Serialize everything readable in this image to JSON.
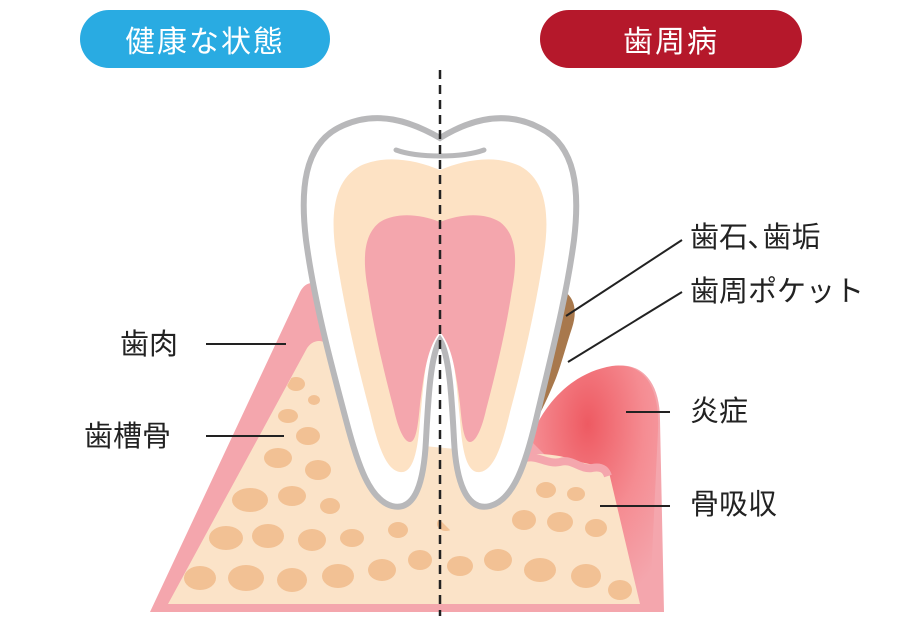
{
  "headers": {
    "healthy": "健康な状態",
    "disease": "歯周病"
  },
  "labels": {
    "gum": "歯肉",
    "alveolar_bone": "歯槽骨",
    "tartar_plaque": "歯石､歯垢",
    "periodontal_pocket": "歯周ポケット",
    "inflammation": "炎症",
    "bone_resorption": "骨吸収"
  },
  "colors": {
    "healthy_accent": "#29ABE2",
    "disease_accent": "#B5182B",
    "gum": "#F4A6AD",
    "bone": "#FBE3C8",
    "bone_cells": "#F2C194",
    "pulp": "#F4A6AD",
    "dentin": "#FDE2C4",
    "enamel_outline": "#B8B8BA",
    "tartar": "#A8784C",
    "inflamed": "#EE5A62"
  }
}
